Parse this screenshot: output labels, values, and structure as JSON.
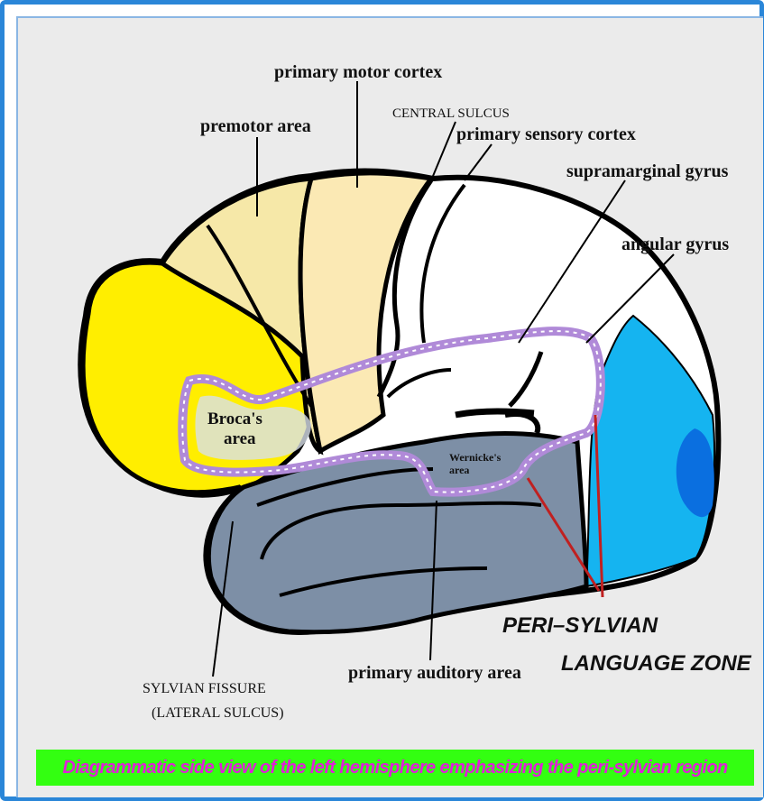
{
  "labels": {
    "primary_motor_cortex": "primary motor cortex",
    "premotor_area": "premotor area",
    "central_sulcus": "CENTRAL SULCUS",
    "primary_sensory_cortex": "primary sensory cortex",
    "supramarginal_gyrus": "supramarginal gyrus",
    "angular_gyrus": "angular gyrus",
    "brocas_area_line1": "Broca's",
    "brocas_area_line2": "area",
    "wernickes_area_line1": "Wernicke's",
    "wernickes_area_line2": "area",
    "sylvian_fissure_line1": "SYLVIAN FISSURE",
    "sylvian_fissure_line2": "(LATERAL SULCUS)",
    "primary_auditory_area": "primary auditory area",
    "peri_sylvian_line1": "PERI–SYLVIAN",
    "peri_sylvian_line2": "LANGUAGE ZONE"
  },
  "caption": "Diagrammatic side view of the left hemisphere emphasizing the peri-sylvian region",
  "colors": {
    "frontal": "#ffee00",
    "premotor": "#f6e8a8",
    "motor": "#fbe9b4",
    "occipital": "#15b4f0",
    "occipital_dark": "#0a6fe0",
    "temporal": "#7d8fa6",
    "peri_sylvian_outline": "#b08ad8",
    "pointer_red": "#c02020",
    "caption_bg": "#33ff11",
    "caption_text": "#e020d8",
    "frame": "#2a86d8"
  }
}
